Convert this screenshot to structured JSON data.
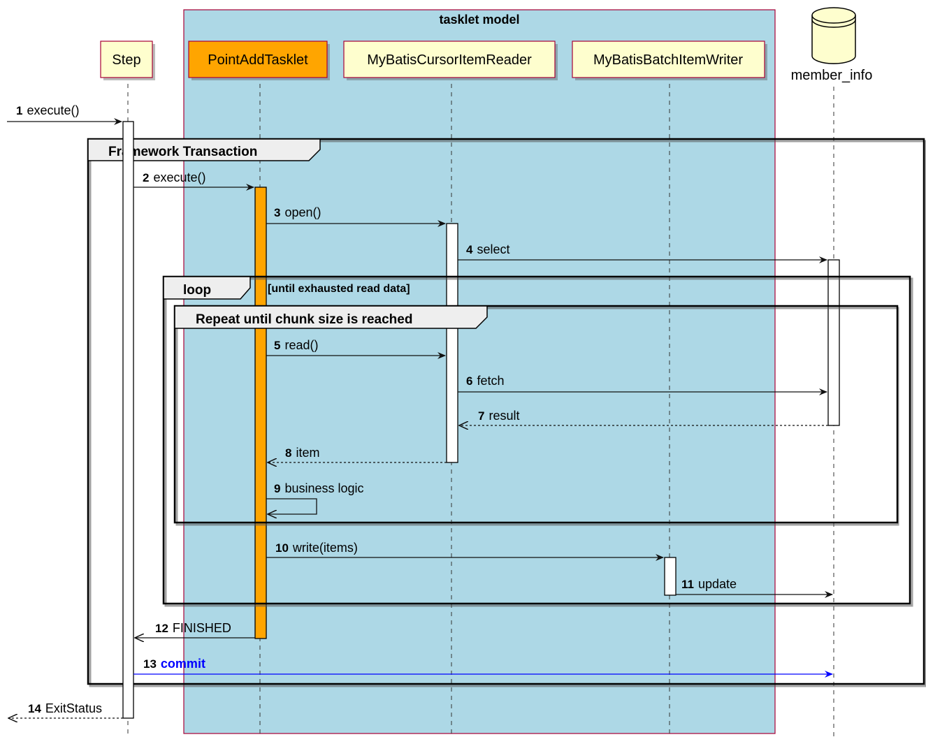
{
  "box": {
    "title": "tasklet model",
    "fill": "#add8e6",
    "stroke": "#a80036"
  },
  "participants": [
    {
      "id": "step",
      "label": "Step",
      "fill": "#fefece"
    },
    {
      "id": "tasklet",
      "label": "PointAddTasklet",
      "fill": "#ffa500"
    },
    {
      "id": "reader",
      "label": "MyBatisCursorItemReader",
      "fill": "#fefece"
    },
    {
      "id": "writer",
      "label": "MyBatisBatchItemWriter",
      "fill": "#fefece"
    },
    {
      "id": "db",
      "label": "member_info",
      "fill": "#fefece",
      "shape": "database"
    }
  ],
  "groups": {
    "transaction": {
      "label": "Framework Transaction"
    },
    "loop": {
      "label": "loop",
      "condition": "[until exhausted read data]"
    },
    "chunk": {
      "label": "Repeat until chunk size is reached"
    }
  },
  "messages": [
    {
      "num": "1",
      "text": "execute()",
      "from": "external",
      "to": "step",
      "style": "solid"
    },
    {
      "num": "2",
      "text": "execute()",
      "from": "step",
      "to": "tasklet",
      "style": "solid"
    },
    {
      "num": "3",
      "text": "open()",
      "from": "tasklet",
      "to": "reader",
      "style": "solid"
    },
    {
      "num": "4",
      "text": "select",
      "from": "reader",
      "to": "db",
      "style": "solid"
    },
    {
      "num": "5",
      "text": "read()",
      "from": "tasklet",
      "to": "reader",
      "style": "solid"
    },
    {
      "num": "6",
      "text": "fetch",
      "from": "reader",
      "to": "db",
      "style": "solid"
    },
    {
      "num": "7",
      "text": "result",
      "from": "db",
      "to": "reader",
      "style": "dashed"
    },
    {
      "num": "8",
      "text": "item",
      "from": "reader",
      "to": "tasklet",
      "style": "dashed"
    },
    {
      "num": "9",
      "text": "business logic",
      "from": "tasklet",
      "to": "tasklet",
      "style": "solid"
    },
    {
      "num": "10",
      "text": "write(items)",
      "from": "tasklet",
      "to": "writer",
      "style": "solid"
    },
    {
      "num": "11",
      "text": "update",
      "from": "writer",
      "to": "db",
      "style": "solid"
    },
    {
      "num": "12",
      "text": "FINISHED",
      "from": "tasklet",
      "to": "step",
      "style": "solid"
    },
    {
      "num": "13",
      "text": "commit",
      "from": "step",
      "to": "db",
      "style": "solid",
      "color": "#0000ff"
    },
    {
      "num": "14",
      "text": "ExitStatus",
      "from": "step",
      "to": "external",
      "style": "dashed"
    }
  ]
}
